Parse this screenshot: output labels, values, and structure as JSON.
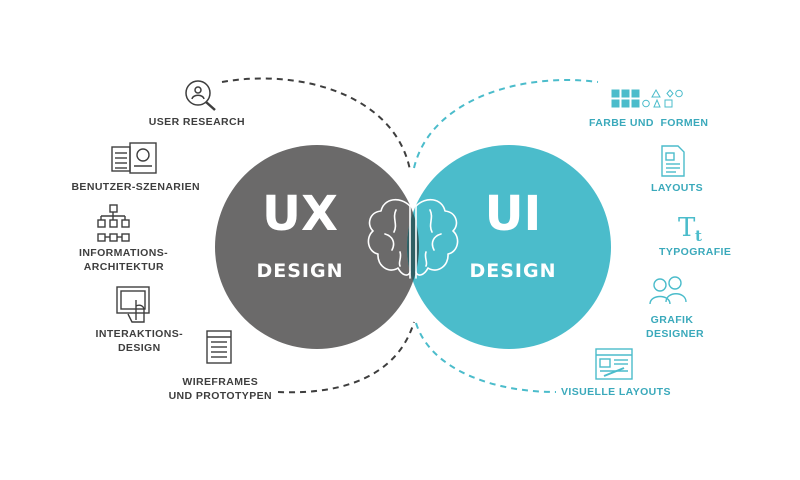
{
  "ux": {
    "title": "UX",
    "subtitle": "DESIGN",
    "items": [
      {
        "label": "USER RESEARCH",
        "icon": "user-research-icon"
      },
      {
        "label": "BENUTZER-SZENARIEN",
        "icon": "scenario-icon"
      },
      {
        "label": "INFORMATIONS-ARCHITEKTUR",
        "line1": "INFORMATIONS-",
        "line2": "ARCHITEKTUR",
        "icon": "flowchart-icon"
      },
      {
        "label": "INTERAKTIONS-DESIGN",
        "line1": "INTERAKTIONS-",
        "line2": "DESIGN",
        "icon": "touch-screen-icon"
      },
      {
        "label": "WIREFRAMES UND PROTOTYPEN",
        "line1": "WIREFRAMES",
        "line2": "UND PROTOTYPEN",
        "icon": "wireframe-icon"
      }
    ]
  },
  "ui": {
    "title": "UI",
    "subtitle": "DESIGN",
    "items": [
      {
        "label": "FARBE UND  FORMEN",
        "icon": "shapes-icon"
      },
      {
        "label": "LAYOUTS",
        "icon": "layout-document-icon"
      },
      {
        "label": "TYPOGRAFIE",
        "icon": "typography-icon"
      },
      {
        "label": "GRAFIK DESIGNER",
        "line1": "GRAFIK",
        "line2": "DESIGNER",
        "icon": "designers-icon"
      },
      {
        "label": "VISUELLE LAYOUTS",
        "icon": "visual-layout-icon"
      }
    ]
  },
  "center_icon": "brain-icon",
  "colors": {
    "ux_circle": "#6b6a6a",
    "ui_circle": "#4bbccb",
    "overlap": "#2f5f63",
    "ux_text": "#3e3e3e",
    "ui_text": "#3aa9bb"
  }
}
